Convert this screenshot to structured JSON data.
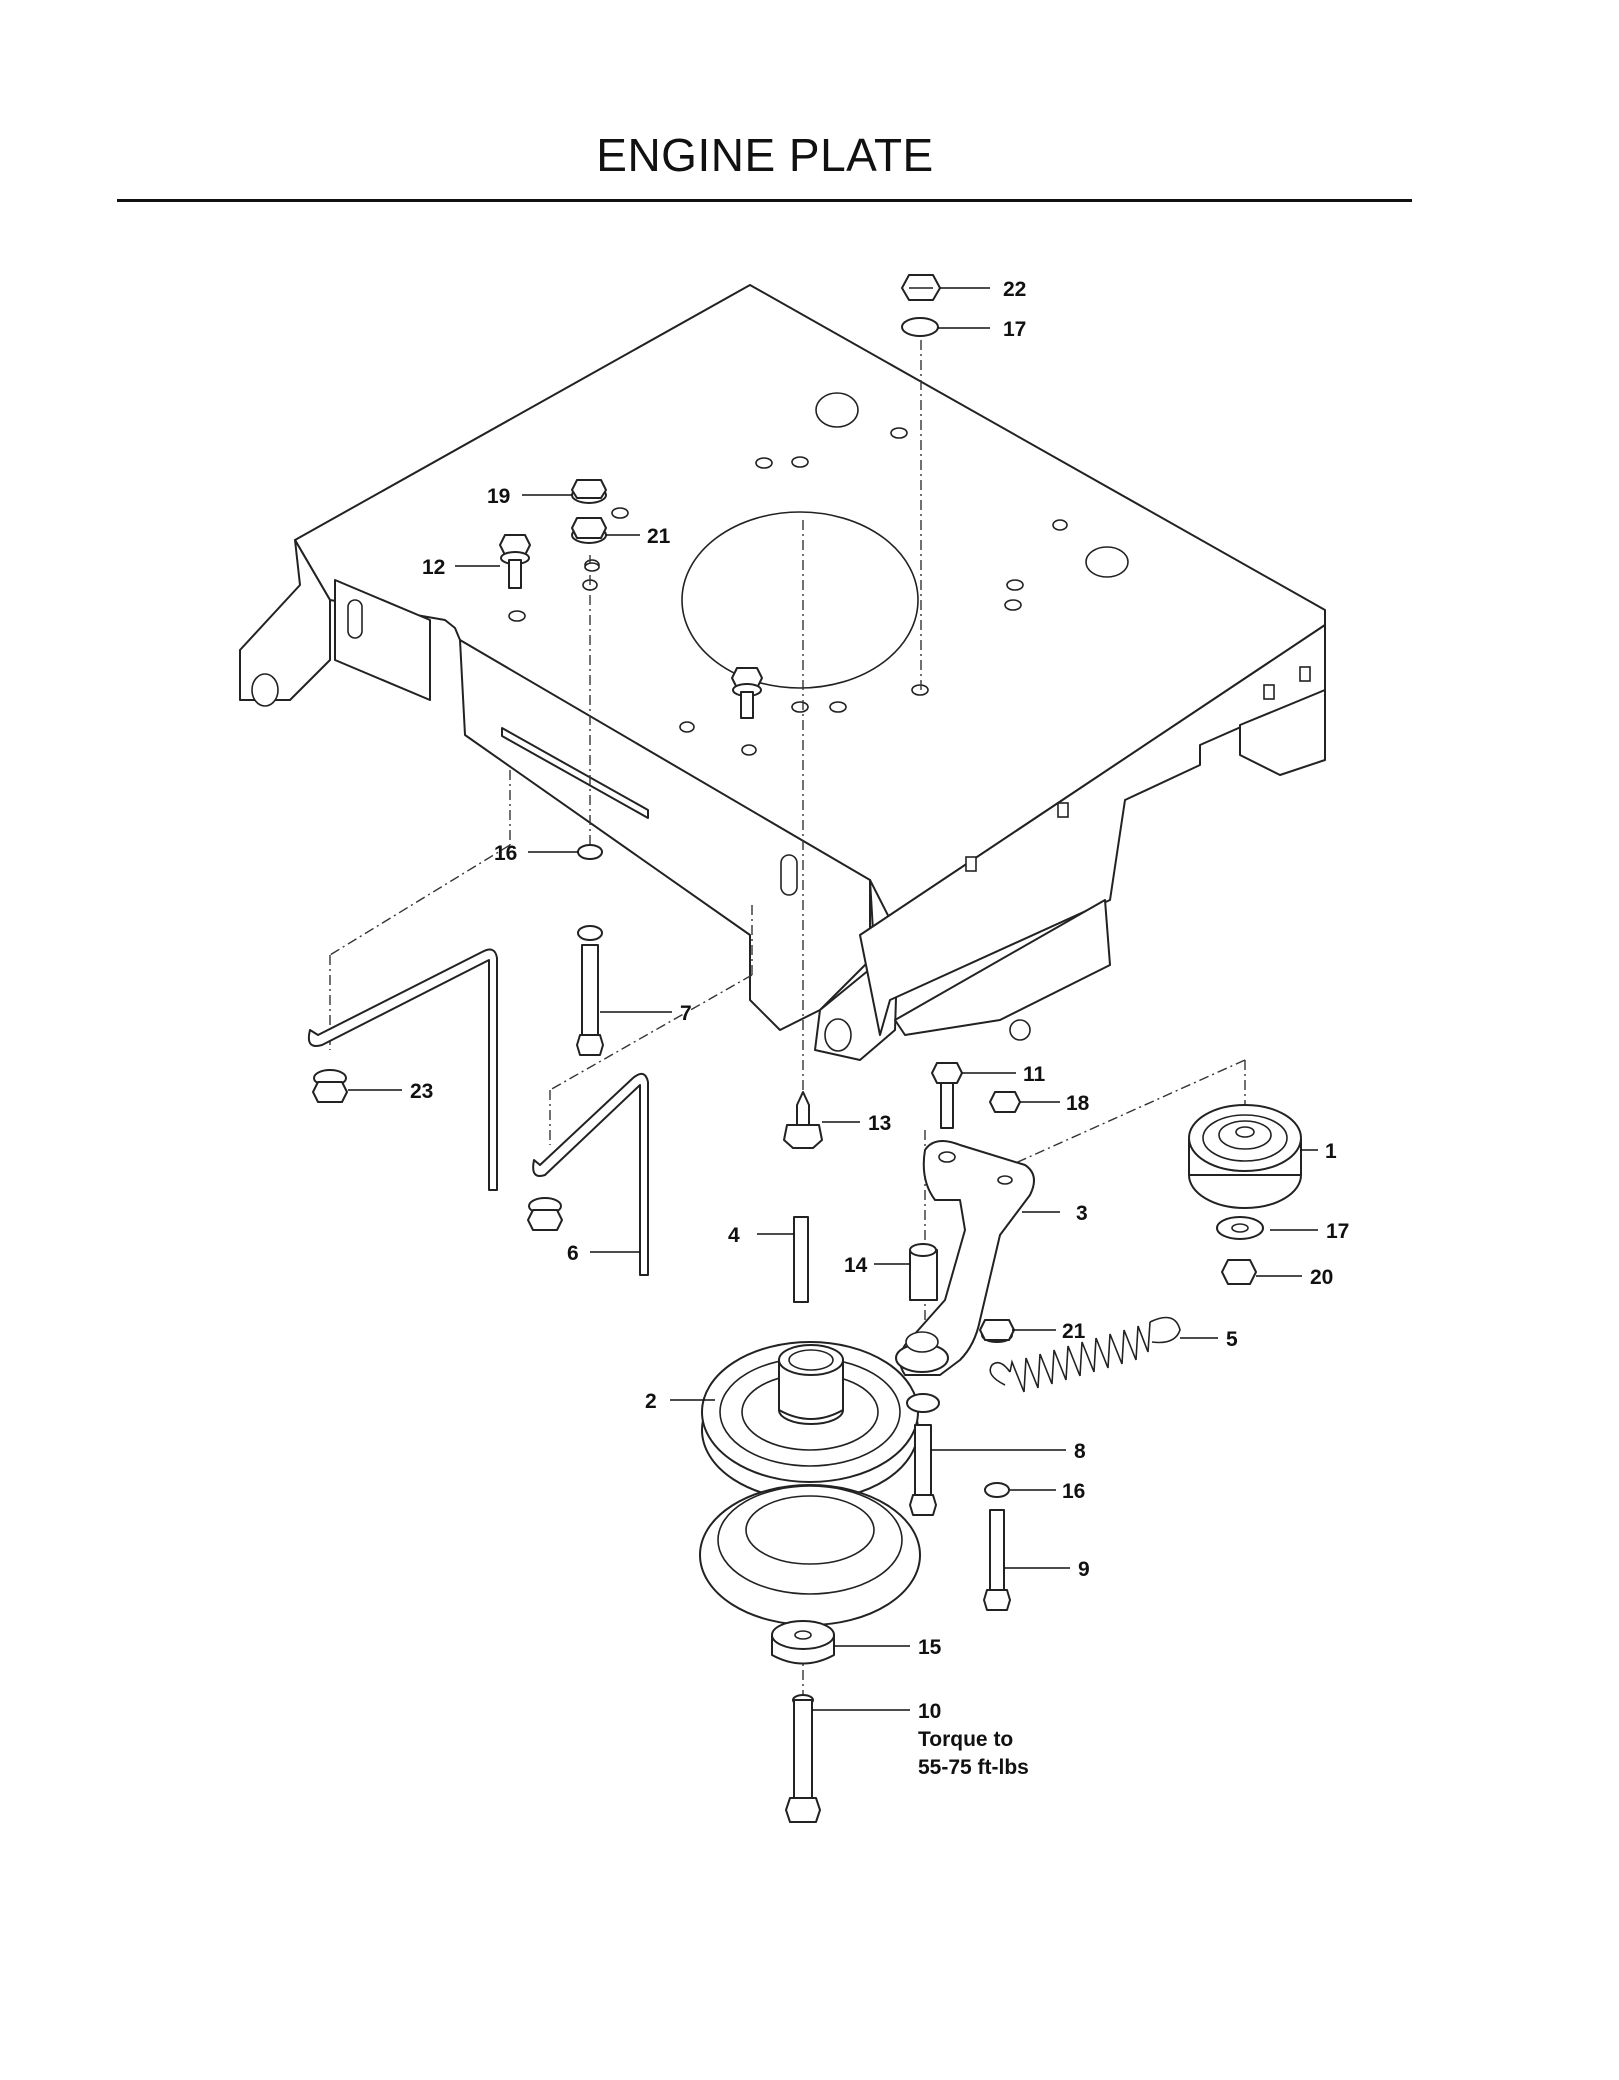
{
  "title": "ENGINE PLATE",
  "callouts": [
    {
      "id": "c22",
      "text": "22"
    },
    {
      "id": "c17a",
      "text": "17"
    },
    {
      "id": "c19",
      "text": "19"
    },
    {
      "id": "c21a",
      "text": "21"
    },
    {
      "id": "c12",
      "text": "12"
    },
    {
      "id": "c16a",
      "text": "16"
    },
    {
      "id": "c7",
      "text": "7"
    },
    {
      "id": "c23",
      "text": "23"
    },
    {
      "id": "c6",
      "text": "6"
    },
    {
      "id": "c11",
      "text": "11"
    },
    {
      "id": "c18",
      "text": "18"
    },
    {
      "id": "c13",
      "text": "13"
    },
    {
      "id": "c1",
      "text": "1"
    },
    {
      "id": "c3",
      "text": "3"
    },
    {
      "id": "c4",
      "text": "4"
    },
    {
      "id": "c17b",
      "text": "17"
    },
    {
      "id": "c14",
      "text": "14"
    },
    {
      "id": "c20",
      "text": "20"
    },
    {
      "id": "c21b",
      "text": "21"
    },
    {
      "id": "c5",
      "text": "5"
    },
    {
      "id": "c2",
      "text": "2"
    },
    {
      "id": "c8",
      "text": "8"
    },
    {
      "id": "c16b",
      "text": "16"
    },
    {
      "id": "c9",
      "text": "9"
    },
    {
      "id": "c15",
      "text": "15"
    },
    {
      "id": "c10",
      "text": "10"
    }
  ],
  "torque_note": {
    "line1": "Torque to",
    "line2": "55-75 ft-lbs"
  }
}
